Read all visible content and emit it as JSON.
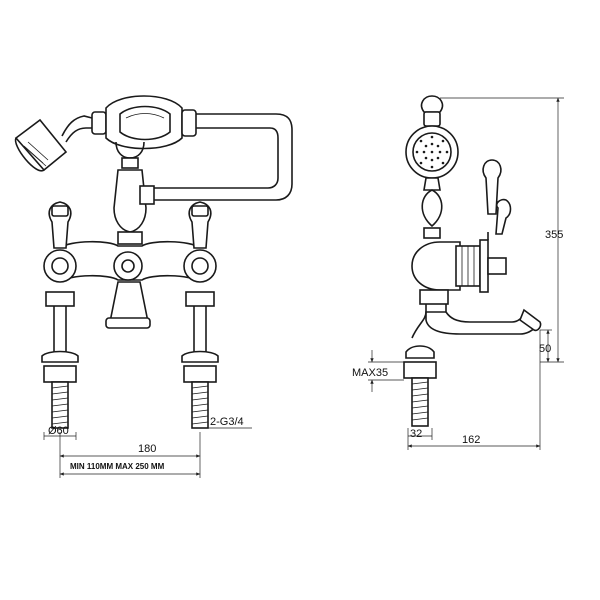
{
  "front_view": {
    "dim_diameter": "Ø60",
    "dim_centers": "180",
    "dim_thread": "2-G3/4",
    "dim_range": "MIN 110MM  MAX 250 MM"
  },
  "side_view": {
    "dim_height_total": "355",
    "dim_spout_height": "50",
    "dim_max_deck": "MAX35",
    "dim_base": "32",
    "dim_reach": "162"
  },
  "colors": {
    "line": "#1a1a1a",
    "background": "#ffffff"
  }
}
